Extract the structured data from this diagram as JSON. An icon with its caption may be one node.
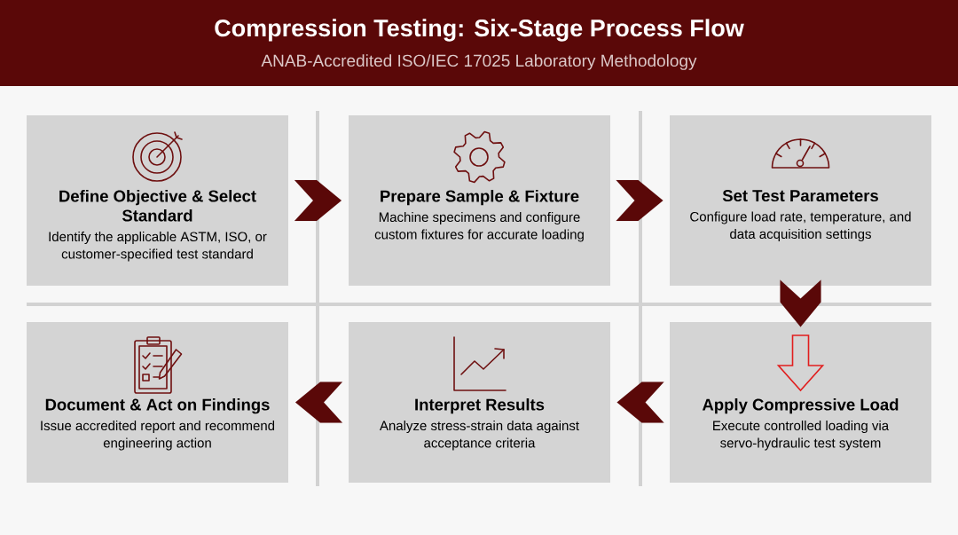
{
  "diagram": {
    "title": "Compression Testing: Six-Stage Process Flow",
    "nodes": [
      {
        "text": [
          "Define Objective & Select Standard",
          "Identify the applicable ASTM, ISO, or customer-specified test standard"
        ]
      },
      {
        "text": [
          "Prepare Sample & Fixture",
          "Machine specimens and configure custom fixtures for accurate loading"
        ]
      },
      {
        "text": [
          "Set Test Parameters",
          "Configure load rate, temperature, and data acquisition settings"
        ]
      },
      {
        "text": [
          "Document & Act on Findings",
          "Issue accredited report and recommend engineering action"
        ]
      },
      {
        "text": [
          "Interpret Results",
          "Analyze stress-strain data against acceptance criteria"
        ]
      },
      {
        "text": [
          "Apply Compressive Load",
          "Execute controlled loading via servo-hydraulic test system"
        ]
      }
    ],
    "edges": [
      {
        "from": 0,
        "to": 1,
        "arrow": "to"
      },
      {
        "from": 1,
        "to": 2,
        "arrow": "to"
      },
      {
        "from": 2,
        "to": 5,
        "arrow": "to"
      },
      {
        "from": 5,
        "to": 4,
        "arrow": "to"
      },
      {
        "from": 4,
        "to": 3,
        "arrow": "to"
      }
    ],
    "labels": [
      "ANAB-Accredited ISO/IEC 17025 Laboratory Methodology"
    ]
  }
}
